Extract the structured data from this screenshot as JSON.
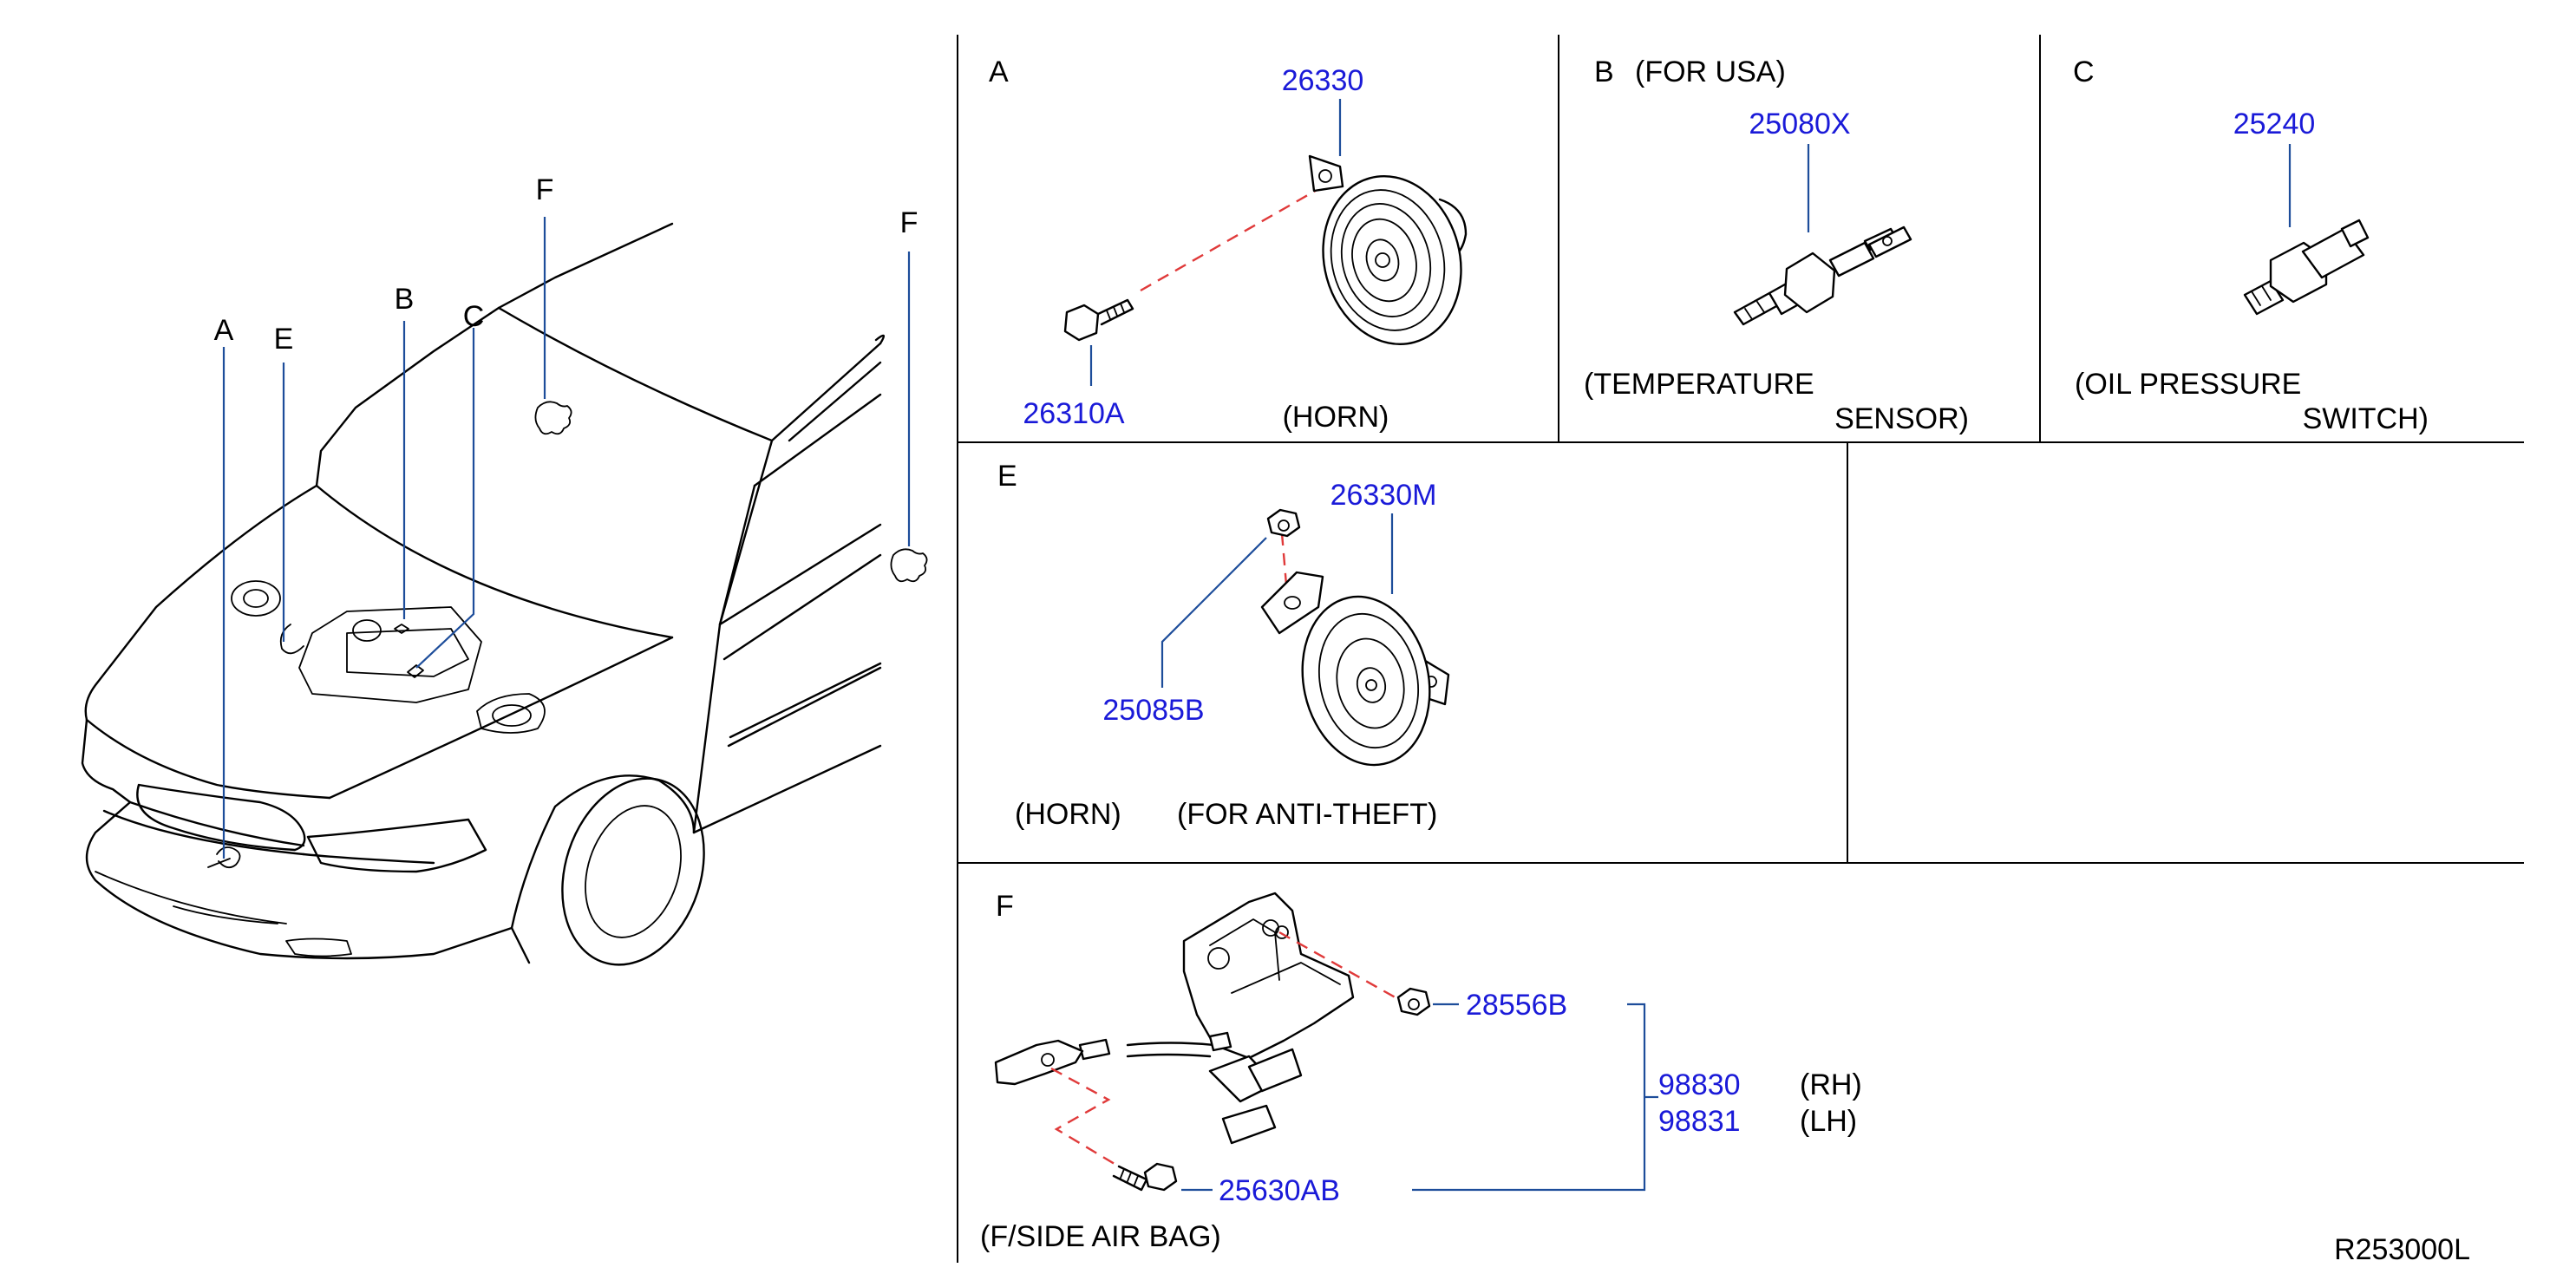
{
  "colors": {
    "part_number": "#1a1ad8",
    "leader": "#1d4d9a",
    "dashed_link": "#e03a3a",
    "line": "#000000"
  },
  "overview": {
    "callouts": {
      "a": "A",
      "e": "E",
      "b": "B",
      "c": "C",
      "f_roof": "F",
      "f_pillar": "F"
    }
  },
  "panel_a": {
    "letter": "A",
    "parts": [
      "26330",
      "26310A"
    ],
    "caption": "(HORN)"
  },
  "panel_b": {
    "letter": "B",
    "note": "(FOR   USA)",
    "parts": [
      "25080X"
    ],
    "caption_line1": "(TEMPERATURE",
    "caption_line2": "SENSOR)"
  },
  "panel_c": {
    "letter": "C",
    "parts": [
      "25240"
    ],
    "caption_line1": "(OIL   PRESSURE",
    "caption_line2": "SWITCH)"
  },
  "panel_e": {
    "letter": "E",
    "parts": [
      "26330M",
      "25085B"
    ],
    "caption_1": "(HORN)",
    "caption_2": "(FOR   ANTI-THEFT)"
  },
  "panel_f": {
    "letter": "F",
    "parts": [
      "28556B",
      "25630AB",
      "98830",
      "98831"
    ],
    "sides": [
      "(RH)",
      "(LH)"
    ],
    "caption": "(F/SIDE   AIR   BAG)"
  },
  "diagram_code": "R253000L",
  "icons": [
    "car-overview-illustration",
    "horn-icon",
    "bolt-icon",
    "temperature-sensor-icon",
    "oil-pressure-switch-icon",
    "anti-theft-horn-icon",
    "nut-icon",
    "crash-sensor-icon"
  ]
}
